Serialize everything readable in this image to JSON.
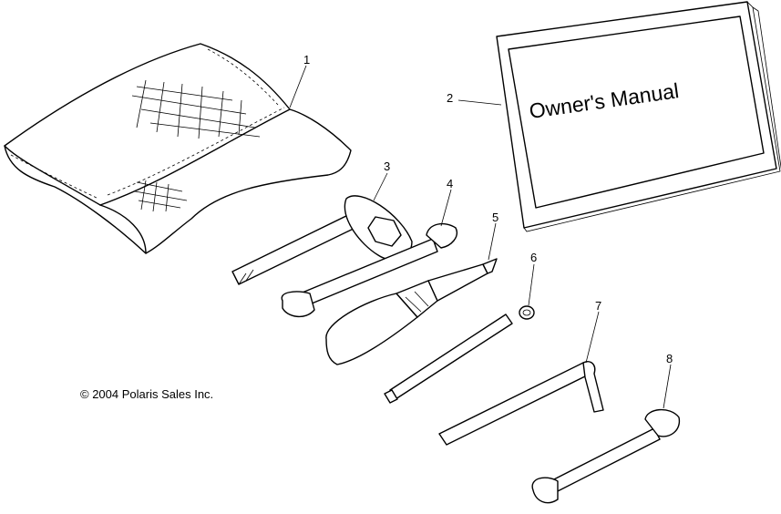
{
  "manual_cover_text": "Owner's Manual",
  "copyright": "© 2004 Polaris Sales Inc.",
  "callouts": [
    "1",
    "2",
    "3",
    "4",
    "5",
    "6",
    "7",
    "8"
  ],
  "icons": {
    "pouch": "tool-pouch-icon",
    "manual": "owners-manual-icon",
    "socket_wrench": "socket-wrench-icon",
    "wrench_small": "open-end-wrench-icon",
    "screwdriver": "screwdriver-icon",
    "extension": "extension-bar-icon",
    "hex_key": "hex-key-icon",
    "wrench_large": "double-open-end-wrench-icon"
  }
}
